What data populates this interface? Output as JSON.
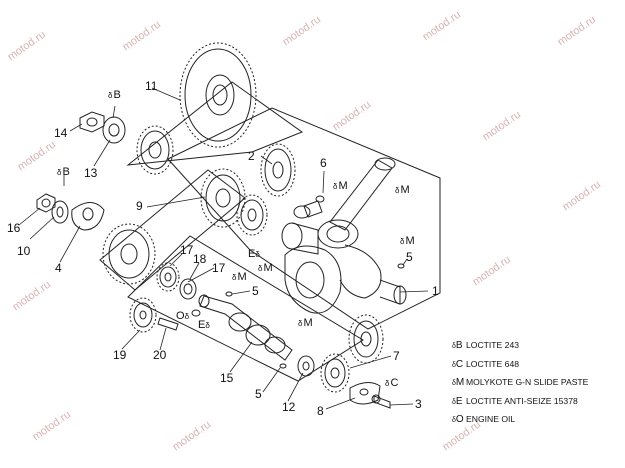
{
  "watermark": "motod.ru",
  "parts": [
    "1",
    "2",
    "3",
    "4",
    "5",
    "6",
    "7",
    "8",
    "9",
    "10",
    "11",
    "12",
    "13",
    "14",
    "15",
    "16",
    "17",
    "18",
    "19",
    "20"
  ],
  "markers": {
    "B": "B",
    "C": "C",
    "M": "M",
    "E": "E",
    "O": "O"
  },
  "legend": [
    {
      "key": "B",
      "text": "LOCTITE 243"
    },
    {
      "key": "C",
      "text": "LOCTITE 648"
    },
    {
      "key": "M",
      "text": "MOLYKOTE G-N SLIDE PASTE"
    },
    {
      "key": "E",
      "text": "LOCTITE ANTI-SEIZE 15378"
    },
    {
      "key": "O",
      "text": "ENGINE OIL"
    }
  ],
  "drop_glyph": "δ"
}
